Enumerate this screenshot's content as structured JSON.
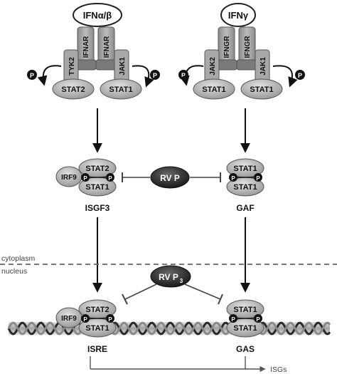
{
  "ligands": {
    "left": "IFNα/β",
    "right": "IFNγ"
  },
  "receptors": {
    "left": [
      "IFNAR",
      "IFNAR"
    ],
    "right": [
      "IFNGR",
      "IFNGR"
    ]
  },
  "kinases": {
    "left": [
      "TYK2",
      "JAK1"
    ],
    "right": [
      "JAK2",
      "JAK1"
    ]
  },
  "stats": {
    "left_top": [
      "STAT2",
      "STAT1"
    ],
    "right_top": [
      "STAT1",
      "STAT1"
    ]
  },
  "phospho": "P",
  "complexes": {
    "isgf3": {
      "name": "ISGF3",
      "irf": "IRF9",
      "upper": "STAT2",
      "lower": "STAT1"
    },
    "gaf": {
      "name": "GAF",
      "upper": "STAT1",
      "lower": "STAT1"
    }
  },
  "inhibitors": {
    "rvp": "RV P",
    "rvp3": {
      "main": "RV P",
      "sub": "3"
    }
  },
  "compartments": {
    "cytoplasm": "cytoplasm",
    "nucleus": "nucleus"
  },
  "nuclear": {
    "isre": {
      "name": "ISRE",
      "irf": "IRF9",
      "upper": "STAT2",
      "lower": "STAT1"
    },
    "gas": {
      "name": "GAS",
      "upper": "STAT1",
      "lower": "STAT1"
    }
  },
  "output": "ISGs"
}
